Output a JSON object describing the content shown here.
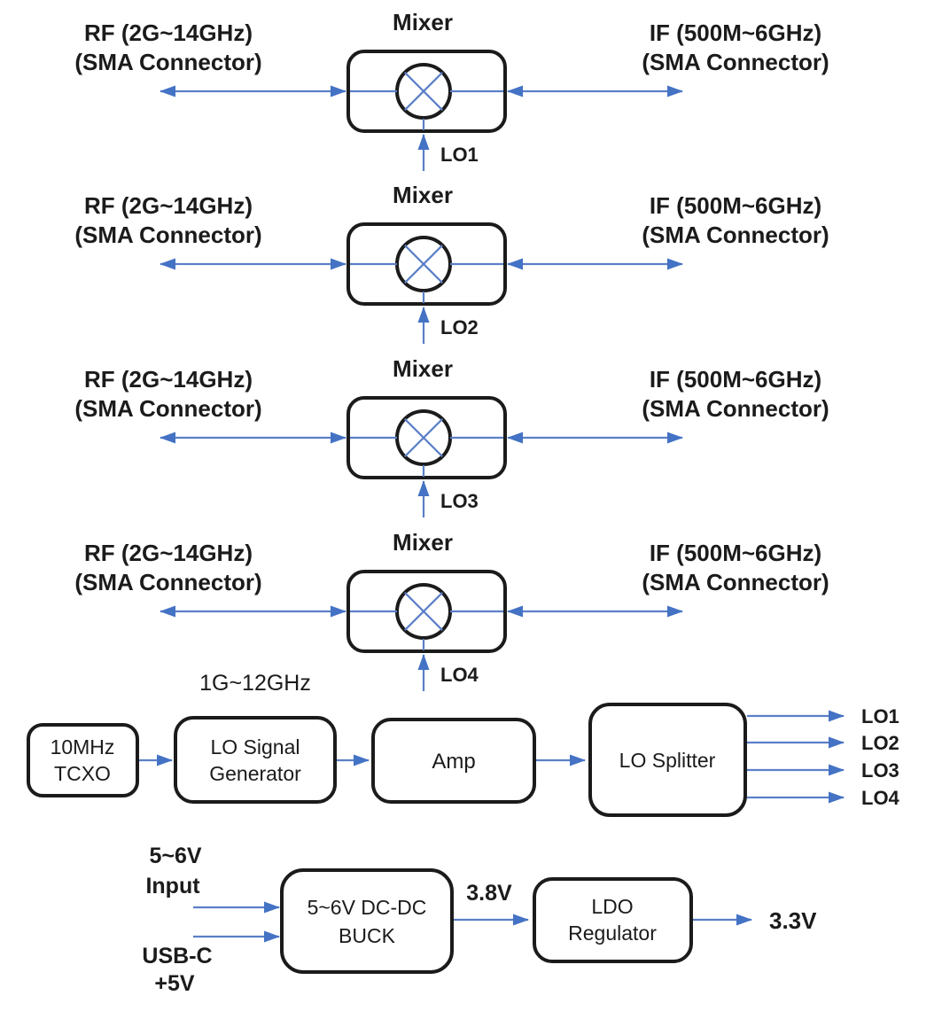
{
  "colors": {
    "background": "#ffffff",
    "block_stroke": "#1b1b1b",
    "text": "#1b1b1b",
    "connector_line": "#5b7fc7",
    "arrowhead": "#4472c4"
  },
  "mixer_section": {
    "rows": [
      {
        "title": "Mixer",
        "rf_line1": "RF (2G~14GHz)",
        "rf_line2": "(SMA Connector)",
        "if_line1": "IF (500M~6GHz)",
        "if_line2": "(SMA Connector)",
        "lo_label": "LO1"
      },
      {
        "title": "Mixer",
        "rf_line1": "RF (2G~14GHz)",
        "rf_line2": "(SMA Connector)",
        "if_line1": "IF (500M~6GHz)",
        "if_line2": "(SMA Connector)",
        "lo_label": "LO2"
      },
      {
        "title": "Mixer",
        "rf_line1": "RF (2G~14GHz)",
        "rf_line2": "(SMA Connector)",
        "if_line1": "IF (500M~6GHz)",
        "if_line2": "(SMA Connector)",
        "lo_label": "LO3"
      },
      {
        "title": "Mixer",
        "rf_line1": "RF (2G~14GHz)",
        "rf_line2": "(SMA Connector)",
        "if_line1": "IF (500M~6GHz)",
        "if_line2": "(SMA Connector)",
        "lo_label": "LO4"
      }
    ]
  },
  "lo_chain": {
    "freq_label": "1G~12GHz",
    "tcxo_line1": "10MHz",
    "tcxo_line2": "TCXO",
    "generator_line1": "LO Signal",
    "generator_line2": "Generator",
    "amp_label": "Amp",
    "splitter_label": "LO Splitter",
    "outputs": [
      "LO1",
      "LO2",
      "LO3",
      "LO4"
    ]
  },
  "power_chain": {
    "input_line1": "5~6V",
    "input_line2": "Input",
    "usb_line1": "USB-C",
    "usb_line2": "+5V",
    "buck_line1": "5~6V DC-DC",
    "buck_line2": "BUCK",
    "buck_out_label": "3.8V",
    "ldo_line1": "LDO",
    "ldo_line2": "Regulator",
    "ldo_out_label": "3.3V"
  }
}
